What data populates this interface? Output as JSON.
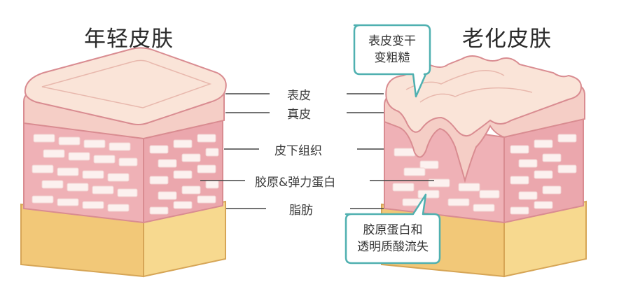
{
  "titles": {
    "young": "年轻皮肤",
    "aged": "老化皮肤"
  },
  "labels": {
    "epidermis": "表皮",
    "dermis": "真皮",
    "subcutaneous": "皮下组织",
    "collagen": "胶原&弹力蛋白",
    "fat": "脂肪"
  },
  "callouts": {
    "top_line1": "表皮变干",
    "top_line2": "变粗糙",
    "bottom_line1": "胶原蛋白和",
    "bottom_line2": "透明质酸流失"
  },
  "colors": {
    "outline": "#d98c91",
    "epidermis": "#fae4d8",
    "dermis": "#f5cec6",
    "tissue": "#efb1b6",
    "brick": "#fcf1ef",
    "fat": "#f7d98f",
    "callout_border": "#4fb0b0"
  }
}
